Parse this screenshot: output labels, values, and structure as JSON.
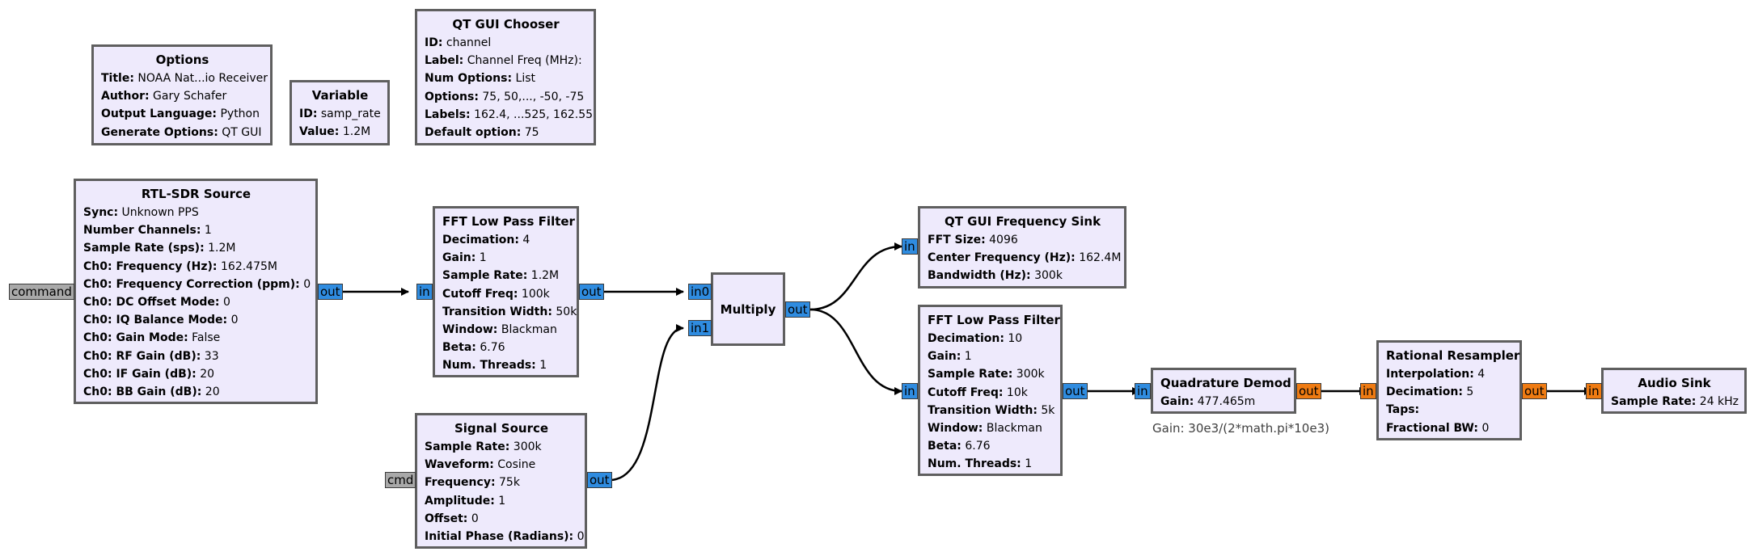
{
  "blocks": {
    "options": {
      "title": "Options",
      "params": [
        {
          "k": "Title:",
          "v": "NOAA Nat...io Receiver"
        },
        {
          "k": "Author:",
          "v": "Gary Schafer"
        },
        {
          "k": "Output Language:",
          "v": "Python"
        },
        {
          "k": "Generate Options:",
          "v": "QT GUI"
        }
      ]
    },
    "variable": {
      "title": "Variable",
      "params": [
        {
          "k": "ID:",
          "v": "samp_rate"
        },
        {
          "k": "Value:",
          "v": "1.2M"
        }
      ]
    },
    "chooser": {
      "title": "QT GUI Chooser",
      "params": [
        {
          "k": "ID:",
          "v": "channel"
        },
        {
          "k": "Label:",
          "v": "Channel Freq (MHz):"
        },
        {
          "k": "Num Options:",
          "v": "List"
        },
        {
          "k": "Options:",
          "v": "75, 50,..., -50, -75"
        },
        {
          "k": "Labels:",
          "v": "162.4, ...525, 162.55"
        },
        {
          "k": "Default option:",
          "v": "75"
        }
      ]
    },
    "rtlsdr": {
      "title": "RTL-SDR Source",
      "params": [
        {
          "k": "Sync:",
          "v": "Unknown PPS"
        },
        {
          "k": "Number Channels:",
          "v": "1"
        },
        {
          "k": "Sample Rate (sps):",
          "v": "1.2M"
        },
        {
          "k": "Ch0: Frequency (Hz):",
          "v": "162.475M"
        },
        {
          "k": "Ch0: Frequency Correction (ppm):",
          "v": "0"
        },
        {
          "k": "Ch0: DC Offset Mode:",
          "v": "0"
        },
        {
          "k": "Ch0: IQ Balance Mode:",
          "v": "0"
        },
        {
          "k": "Ch0: Gain Mode:",
          "v": "False"
        },
        {
          "k": "Ch0: RF Gain (dB):",
          "v": "33"
        },
        {
          "k": "Ch0: IF Gain (dB):",
          "v": "20"
        },
        {
          "k": "Ch0: BB Gain (dB):",
          "v": "20"
        }
      ]
    },
    "lpf1": {
      "title": "FFT Low Pass Filter",
      "params": [
        {
          "k": "Decimation:",
          "v": "4"
        },
        {
          "k": "Gain:",
          "v": "1"
        },
        {
          "k": "Sample Rate:",
          "v": "1.2M"
        },
        {
          "k": "Cutoff Freq:",
          "v": "100k"
        },
        {
          "k": "Transition Width:",
          "v": "50k"
        },
        {
          "k": "Window:",
          "v": "Blackman"
        },
        {
          "k": "Beta:",
          "v": "6.76"
        },
        {
          "k": "Num. Threads:",
          "v": "1"
        }
      ]
    },
    "signal": {
      "title": "Signal Source",
      "params": [
        {
          "k": "Sample Rate:",
          "v": "300k"
        },
        {
          "k": "Waveform:",
          "v": "Cosine"
        },
        {
          "k": "Frequency:",
          "v": "75k"
        },
        {
          "k": "Amplitude:",
          "v": "1"
        },
        {
          "k": "Offset:",
          "v": "0"
        },
        {
          "k": "Initial Phase (Radians):",
          "v": "0"
        }
      ]
    },
    "multiply": {
      "title": "Multiply",
      "params": []
    },
    "freqsink": {
      "title": "QT GUI Frequency Sink",
      "params": [
        {
          "k": "FFT Size:",
          "v": "4096"
        },
        {
          "k": "Center Frequency (Hz):",
          "v": "162.4M"
        },
        {
          "k": "Bandwidth (Hz):",
          "v": "300k"
        }
      ]
    },
    "lpf2": {
      "title": "FFT Low Pass Filter",
      "params": [
        {
          "k": "Decimation:",
          "v": "10"
        },
        {
          "k": "Gain:",
          "v": "1"
        },
        {
          "k": "Sample Rate:",
          "v": "300k"
        },
        {
          "k": "Cutoff Freq:",
          "v": "10k"
        },
        {
          "k": "Transition Width:",
          "v": "5k"
        },
        {
          "k": "Window:",
          "v": "Blackman"
        },
        {
          "k": "Beta:",
          "v": "6.76"
        },
        {
          "k": "Num. Threads:",
          "v": "1"
        }
      ]
    },
    "quad": {
      "title": "Quadrature Demod",
      "params": [
        {
          "k": "Gain:",
          "v": "477.465m"
        }
      ]
    },
    "resampler": {
      "title": "Rational Resampler",
      "params": [
        {
          "k": "Interpolation:",
          "v": "4"
        },
        {
          "k": "Decimation:",
          "v": "5"
        },
        {
          "k": "Taps:",
          "v": ""
        },
        {
          "k": "Fractional BW:",
          "v": "0"
        }
      ]
    },
    "audio": {
      "title": "Audio Sink",
      "params": [
        {
          "k": "Sample Rate:",
          "v": "24 kHz"
        }
      ]
    }
  },
  "ports": {
    "command": "command",
    "rtl_out": "out",
    "lpf1_in": "in",
    "lpf1_out": "out",
    "mult_in0": "in0",
    "mult_in1": "in1",
    "mult_out": "out",
    "cmd": "cmd",
    "sig_out": "out",
    "sink_in": "in",
    "lpf2_in": "in",
    "lpf2_out": "out",
    "quad_in": "in",
    "quad_out": "out",
    "res_in": "in",
    "res_out": "out",
    "audio_in": "in"
  },
  "notes": {
    "quad_gain_expr": "Gain: 30e3/(2*math.pi*10e3)"
  },
  "colors": {
    "block_bg": "#eeeafc",
    "complex_port": "#2f8ce0",
    "float_port": "#ef7b12",
    "message_port": "#a9a9a9"
  }
}
